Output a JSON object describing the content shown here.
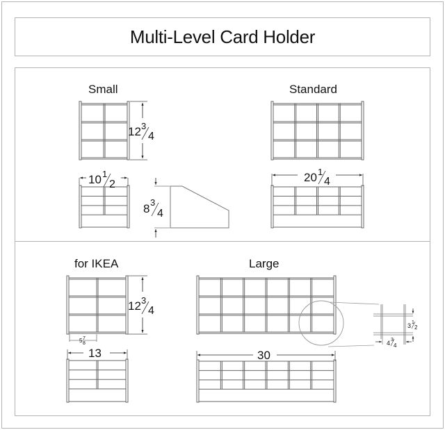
{
  "title": "Multi-Level Card Holder",
  "variants": [
    {
      "id": "small",
      "label": "Small",
      "front_grid": {
        "columns": 2,
        "rows": 3
      },
      "height_dim": {
        "whole": "12",
        "num": "3",
        "den": "4"
      },
      "width_dim": {
        "whole": "10",
        "num": "1",
        "den": "2"
      }
    },
    {
      "id": "standard",
      "label": "Standard",
      "front_grid": {
        "columns": 4,
        "rows": 3
      },
      "width_dim": {
        "whole": "20",
        "num": "1",
        "den": "4"
      }
    },
    {
      "id": "ikea",
      "label": "for IKEA",
      "front_grid": {
        "columns": 2,
        "rows": 3
      },
      "height_dim": {
        "whole": "12",
        "num": "3",
        "den": "4"
      },
      "cell_width_dim": {
        "whole": "5",
        "num": "7",
        "den": "8"
      },
      "width_dim": {
        "whole": "13"
      }
    },
    {
      "id": "large",
      "label": "Large",
      "front_grid": {
        "columns": 6,
        "rows": 3
      },
      "width_dim": {
        "whole": "30"
      }
    }
  ],
  "side_profile": {
    "height_dim": {
      "whole": "8",
      "num": "3",
      "den": "4"
    }
  },
  "detail": {
    "cell_height_dim": {
      "whole": "3",
      "num": "1",
      "den": "2"
    },
    "cell_width_dim": {
      "whole": "4",
      "num": "3",
      "den": "4"
    }
  },
  "colors": {
    "frame_border": "#b4b4b4",
    "line": "#555555",
    "text": "#111111",
    "background": "#ffffff"
  }
}
